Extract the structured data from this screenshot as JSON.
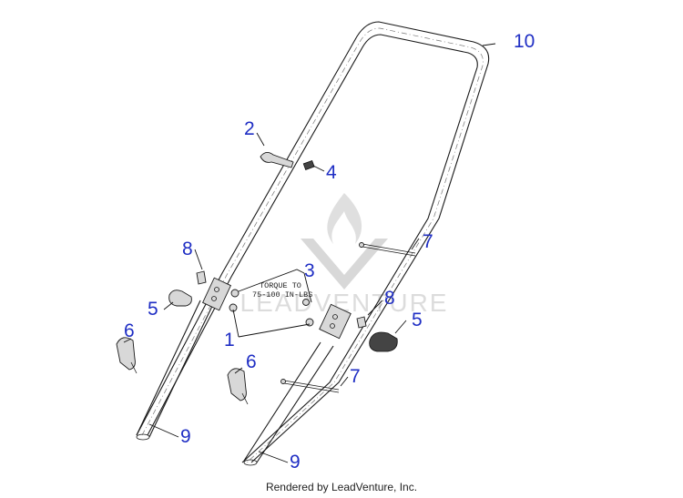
{
  "diagram": {
    "callouts": {
      "c10": "10",
      "c2": "2",
      "c4": "4",
      "c7a": "7",
      "c8a": "8",
      "c3": "3",
      "c5a": "5",
      "c8b": "8",
      "c5b": "5",
      "c1": "1",
      "c6a": "6",
      "c6b": "6",
      "c7b": "7",
      "c9a": "9",
      "c9b": "9"
    },
    "torque_note": {
      "line1": "TORQUE TO",
      "line2": "75-100 IN-LBS"
    },
    "watermark_text": "LEADVENTURE",
    "footer": "Rendered by LeadVenture, Inc."
  },
  "colors": {
    "callout": "#1f2ec4",
    "line": "#1a1a1a",
    "watermark": "#d9d9d9"
  }
}
